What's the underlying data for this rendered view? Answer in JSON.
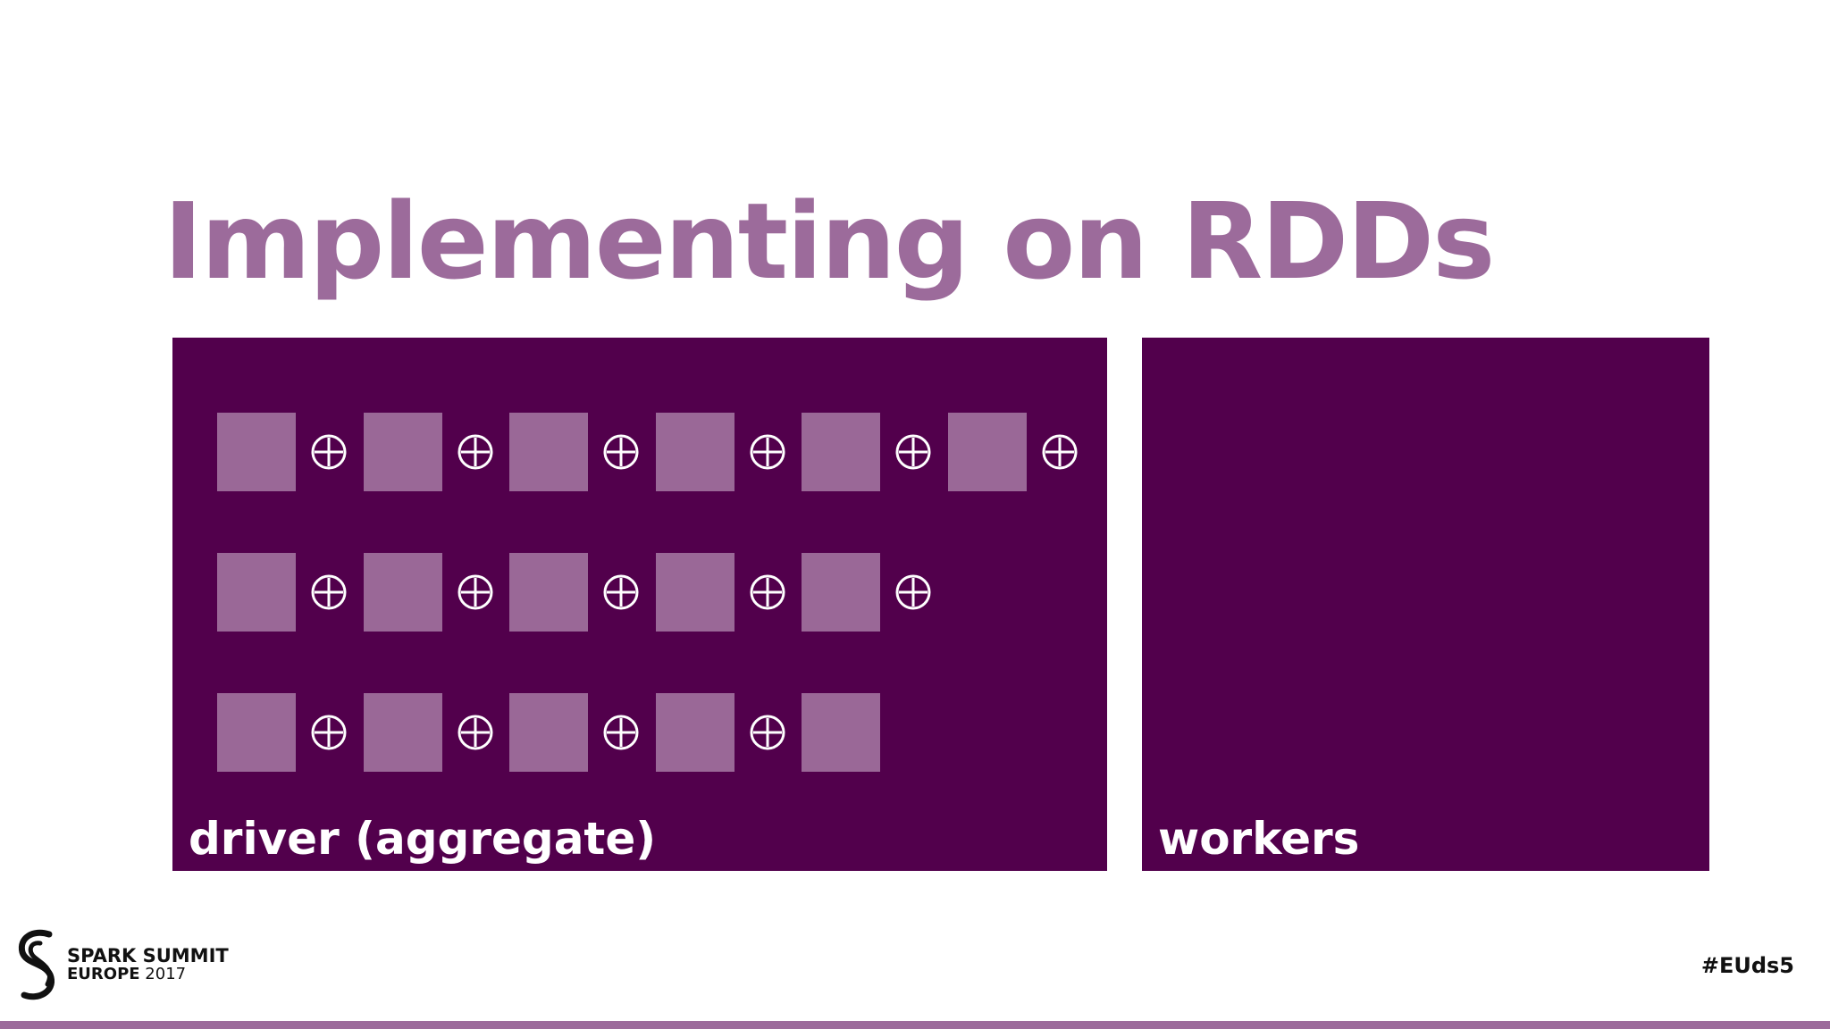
{
  "slide": {
    "title": "Implementing on RDDs"
  },
  "panels": {
    "driver_label": "driver (aggregate)",
    "workers_label": "workers"
  },
  "diagram": {
    "rows": [
      {
        "blocks": 6,
        "operators": 6
      },
      {
        "blocks": 5,
        "operators": 5
      },
      {
        "blocks": 5,
        "operators": 4
      }
    ],
    "operator_symbol": "⊕"
  },
  "footer": {
    "logo_line1": "SPARK SUMMIT",
    "logo_line2_bold": "EUROPE",
    "logo_line2_year": "2017",
    "hashtag": "#EUds5"
  },
  "colors": {
    "title": "#9c6b9b",
    "panel": "#52004c",
    "block": "#9a6897",
    "operator": "#ffffff",
    "bottom_bar": "#9c6b9b"
  },
  "icons": {
    "logo": "spark-summit-logo-icon",
    "operator": "circled-plus-icon"
  }
}
